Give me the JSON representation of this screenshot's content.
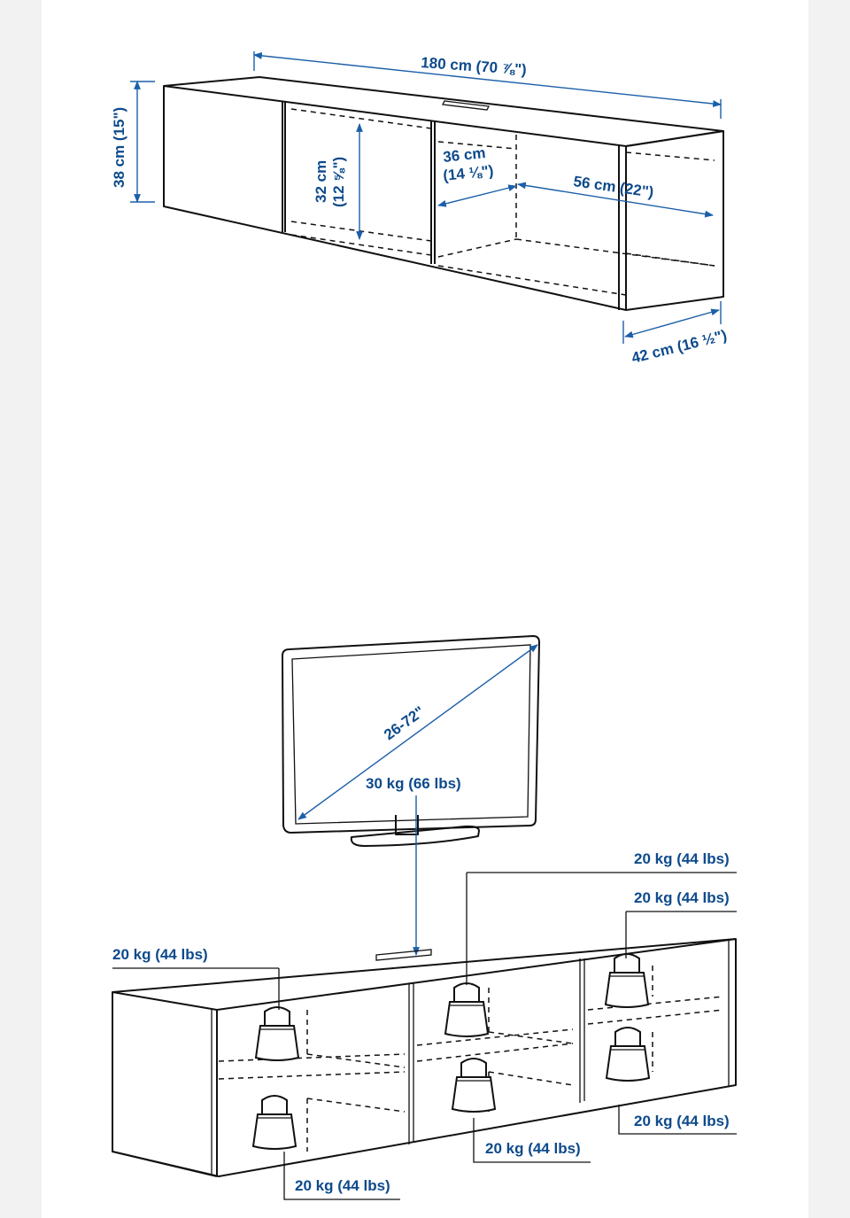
{
  "colors": {
    "dimension_text": "#0d4a8c",
    "dimension_line": "#1b5fa8",
    "outline": "#111111",
    "background": "#ffffff"
  },
  "dimensions": {
    "width": "180 cm (70 ⅞\")",
    "height": "38 cm (15\")",
    "inner_height_cm": "32 cm",
    "inner_height_in": "(12 ⅝\")",
    "compartment_width_cm": "36 cm",
    "compartment_width_in": "(14 ⅛\")",
    "open_width": "56 cm (22\")",
    "depth": "42 cm (16 ½\")"
  },
  "load": {
    "tv_size": "26-72\"",
    "tv_weight": "30 kg (66 lbs)",
    "top_right_upper": "20 kg (44 lbs)",
    "top_right_lower": "20 kg (44 lbs)",
    "left_upper": "20 kg (44 lbs)",
    "right_lower": "20 kg (44 lbs)",
    "middle_lower": "20 kg (44 lbs)",
    "left_lower": "20 kg (44 lbs)"
  }
}
